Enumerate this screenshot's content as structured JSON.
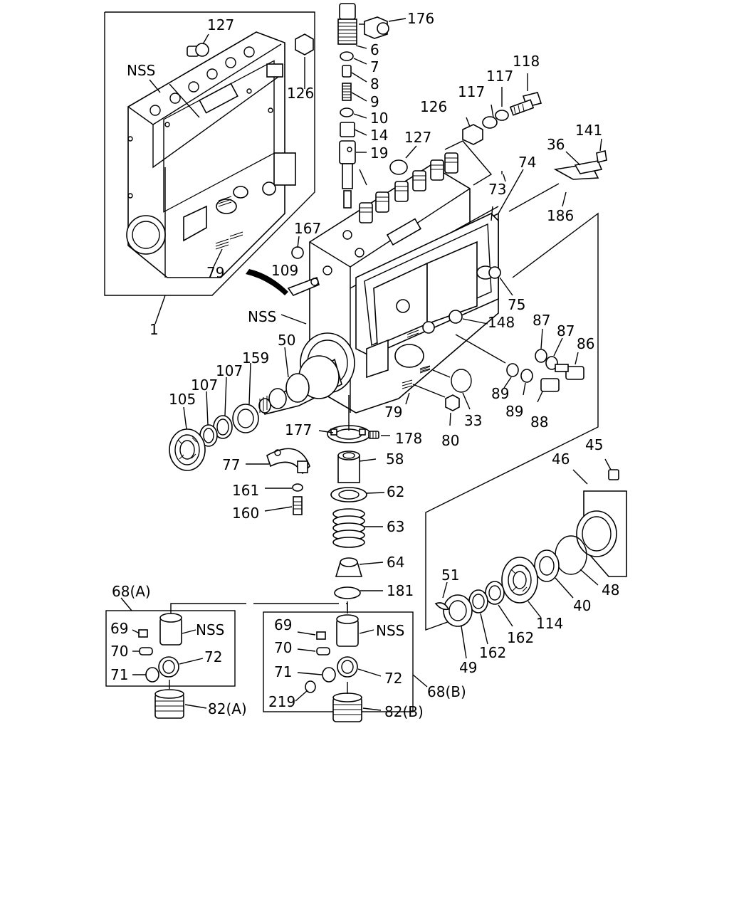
{
  "callouts": {
    "c176": "176",
    "c6": "6",
    "c7": "7",
    "c8": "8",
    "c9": "9",
    "c10": "10",
    "c14": "14",
    "c19": "19",
    "c127a": "127",
    "c127b": "127",
    "c126a": "126",
    "c126b": "126",
    "cNSSa": "NSS",
    "cNSSb": "NSS",
    "c79a": "79",
    "c79b": "79",
    "c1": "1",
    "c117a": "117",
    "c117b": "117",
    "c118": "118",
    "c74": "74",
    "c73": "73",
    "c36": "36",
    "c141": "141",
    "c186": "186",
    "c167": "167",
    "c109": "109",
    "c75": "75",
    "c148": "148",
    "c87a": "87",
    "c87b": "87",
    "c86": "86",
    "c50": "50",
    "c159": "159",
    "c107a": "107",
    "c107b": "107",
    "c105": "105",
    "c89a": "89",
    "c89b": "89",
    "c88": "88",
    "c33": "33",
    "c80": "80",
    "c177": "177",
    "c178": "178",
    "c58": "58",
    "c77": "77",
    "c62": "62",
    "c161": "161",
    "c160": "160",
    "c63": "63",
    "c64": "64",
    "c181": "181",
    "c45": "45",
    "c46": "46",
    "c48": "48",
    "c40": "40",
    "c51": "51",
    "c114": "114",
    "c162a": "162",
    "c162b": "162",
    "c49": "49",
    "c68A": "68(A)",
    "c69a": "69",
    "c70a": "70",
    "c71a": "71",
    "c72a": "72",
    "cNSSc": "NSS",
    "c82A": "82(A)",
    "c69b": "69",
    "c70b": "70",
    "c71b": "71",
    "c72b": "72",
    "cNSSd": "NSS",
    "c219": "219",
    "c68B": "68(B)",
    "c82B": "82(B)"
  },
  "icons": {
    "pump-housing": "injection-pump-housing-icon",
    "delivery-valve": "delivery-valve-holder-icon",
    "bearing": "ball-bearing-icon",
    "spring": "coil-spring-icon",
    "tappet": "roller-tappet-icon"
  },
  "colors": {
    "ink": "#000000",
    "paper": "#ffffff"
  }
}
